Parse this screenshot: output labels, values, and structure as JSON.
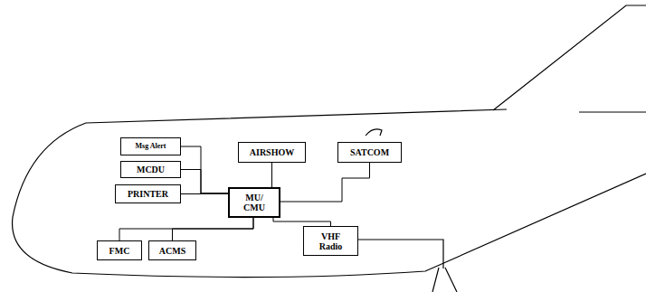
{
  "diagram": {
    "nodes": [
      {
        "text": [
          "Msg Alert"
        ]
      },
      {
        "text": [
          "AIRSHOW"
        ]
      },
      {
        "text": [
          "SATCOM"
        ]
      },
      {
        "text": [
          "MCDU"
        ]
      },
      {
        "text": [
          "PRINTER"
        ]
      },
      {
        "text": [
          "MU/ CMU"
        ]
      },
      {
        "text": [
          "VHF Radio"
        ]
      },
      {
        "text": [
          "FMC"
        ]
      },
      {
        "text": [
          "ACMS"
        ]
      }
    ],
    "edges": [
      {
        "from": 0,
        "to": 5,
        "arrow": "none"
      },
      {
        "from": 3,
        "to": 5,
        "arrow": "none"
      },
      {
        "from": 4,
        "to": 5,
        "arrow": "none"
      },
      {
        "from": 1,
        "to": 5,
        "arrow": "none"
      },
      {
        "from": 2,
        "to": 5,
        "arrow": "none"
      },
      {
        "from": 5,
        "to": 7,
        "arrow": "none"
      },
      {
        "from": 5,
        "to": 8,
        "arrow": "none"
      },
      {
        "from": 5,
        "to": 6,
        "arrow": "none"
      }
    ]
  }
}
